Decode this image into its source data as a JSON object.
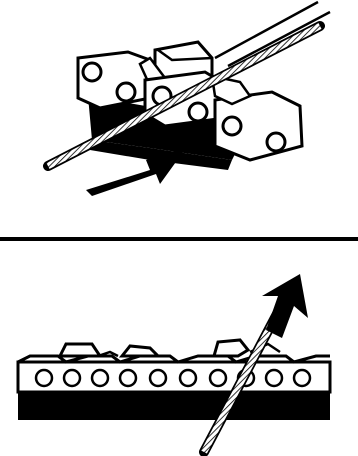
{
  "figure": {
    "panels": [
      {
        "id": "top",
        "depicts": "saw-chain-on-bar-with-round-file-guide"
      },
      {
        "id": "bottom",
        "depicts": "saw-chain-side-view-with-round-file"
      }
    ],
    "colors": {
      "ink": "#000000",
      "paper": "#ffffff",
      "file_hatch": "#6a6a6a"
    },
    "icons": [
      "arrow-icon",
      "round-file-icon",
      "chain-link-icon",
      "cutter-tooth-icon"
    ]
  }
}
